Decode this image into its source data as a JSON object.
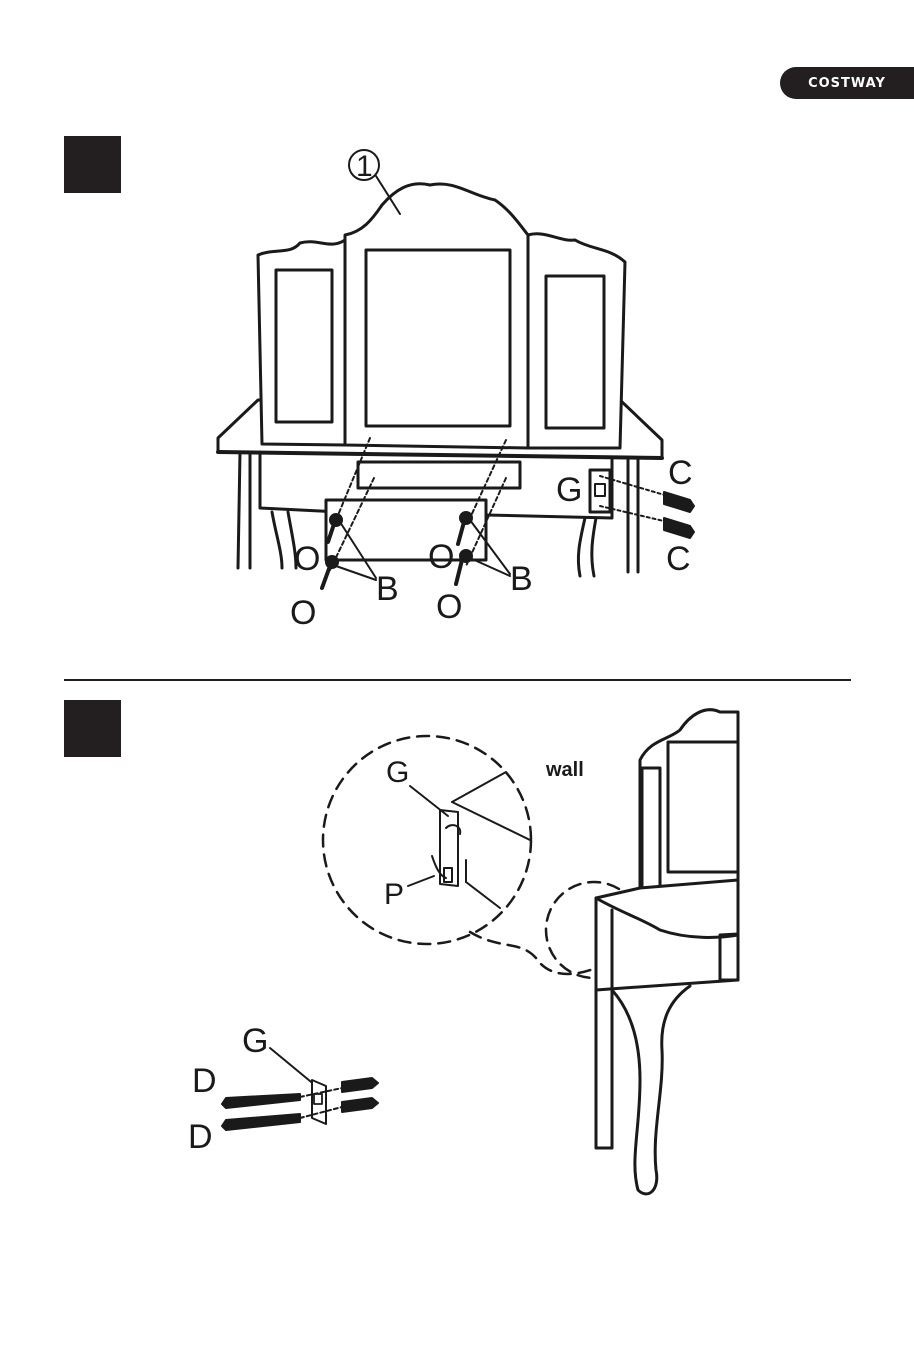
{
  "header": {
    "brand": "COSTWAY"
  },
  "step1": {
    "part_number": "1",
    "labels": {
      "g": "G",
      "c_top": "C",
      "c_bottom": "C",
      "o_left_top": "O",
      "o_left_bottom": "O",
      "b_left": "B",
      "o_right_top": "O",
      "o_right_bottom": "O",
      "b_right": "B"
    }
  },
  "step2": {
    "labels": {
      "wall": "wall",
      "g_detail": "G",
      "p": "P",
      "g_kit": "G",
      "d_top": "D",
      "d_bottom": "D"
    }
  },
  "colors": {
    "ink": "#1a1a1a",
    "brand_bg": "#231f20",
    "background": "#ffffff"
  }
}
